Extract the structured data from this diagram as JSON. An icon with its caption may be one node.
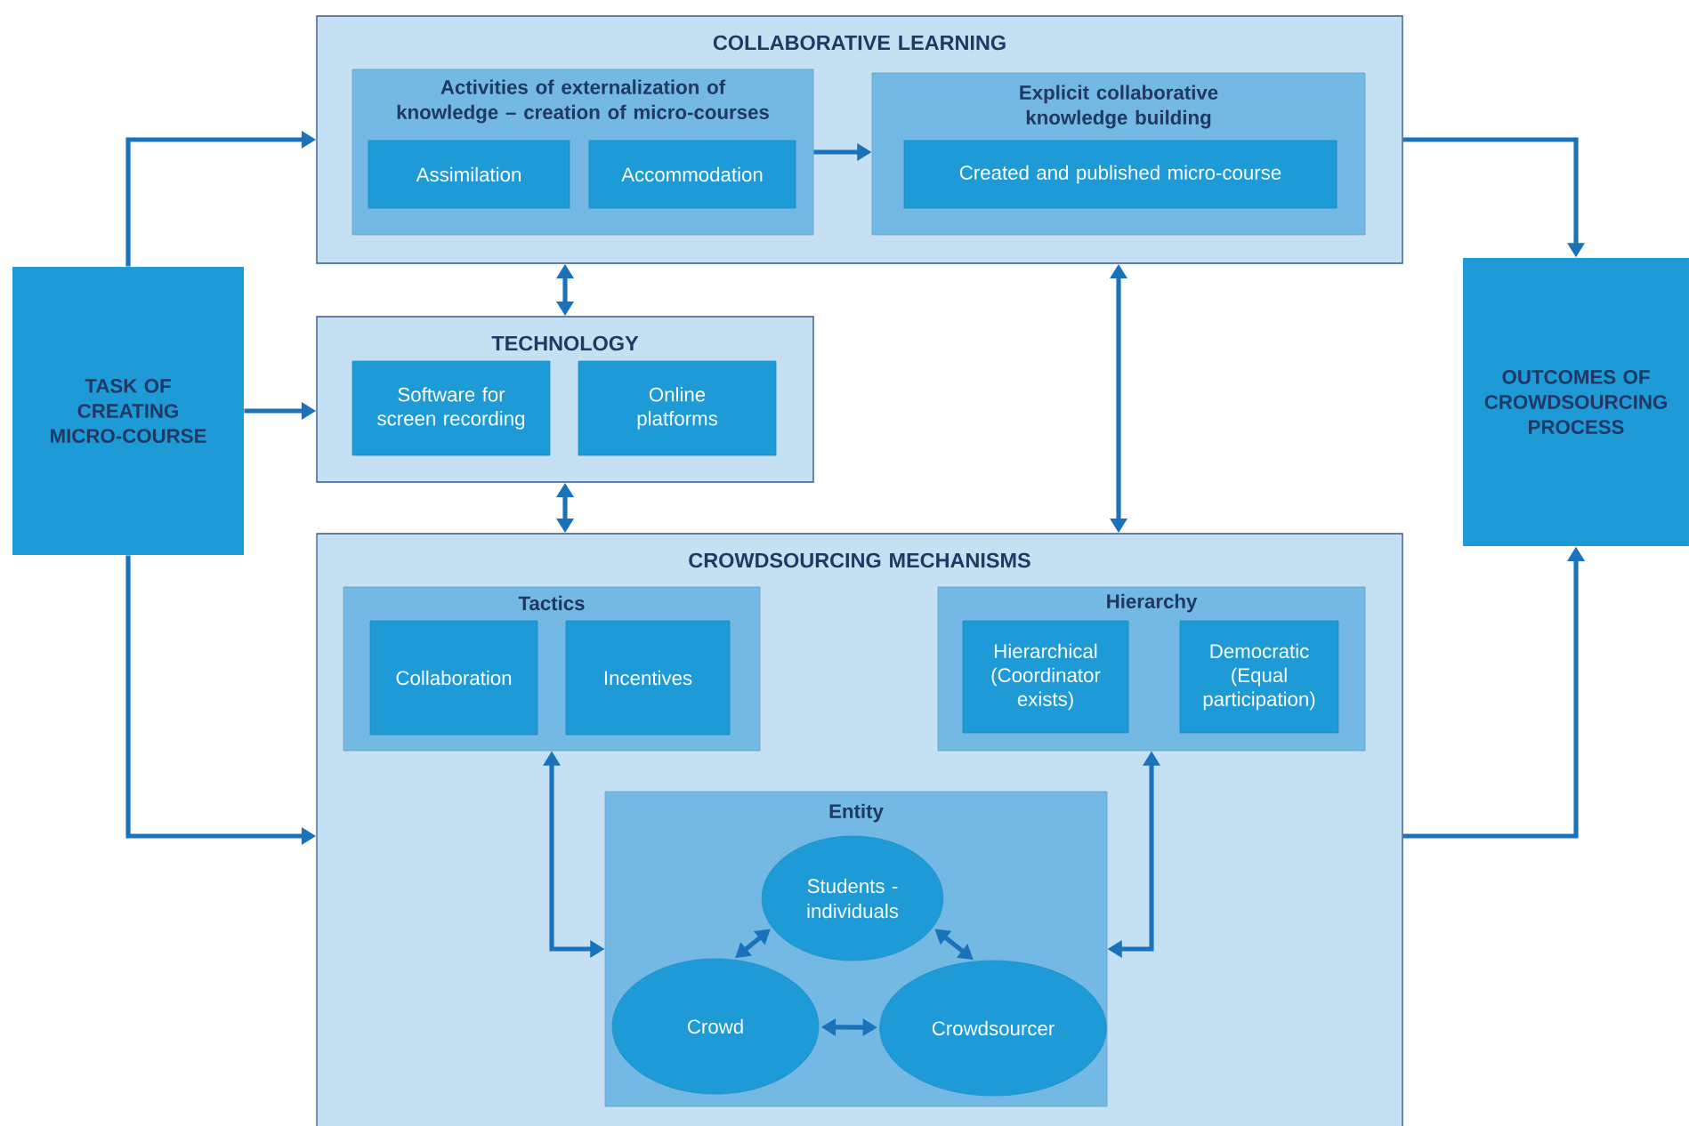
{
  "diagram": {
    "nodes": [
      {
        "text": [
          "TASK OF CREATING MICRO-COURSE"
        ]
      },
      {
        "text": [
          "COLLABORATIVE LEARNING"
        ]
      },
      {
        "text": [
          "Activities of externalization of knowledge – creation of micro-courses"
        ],
        "in": 1
      },
      {
        "text": [
          "Assimilation"
        ],
        "in": 2
      },
      {
        "text": [
          "Accommodation"
        ],
        "in": 2
      },
      {
        "text": [
          "Explicit collaborative knowledge building"
        ],
        "in": 1
      },
      {
        "text": [
          "Created and published micro-course"
        ],
        "in": 5
      },
      {
        "text": [
          "TECHNOLOGY"
        ]
      },
      {
        "text": [
          "Software for screen recording"
        ],
        "in": 7
      },
      {
        "text": [
          "Online platforms"
        ],
        "in": 7
      },
      {
        "text": [
          "CROWDSOURCING MECHANISMS"
        ]
      },
      {
        "text": [
          "Tactics"
        ],
        "in": 10
      },
      {
        "text": [
          "Collaboration"
        ],
        "in": 11
      },
      {
        "text": [
          "Incentives"
        ],
        "in": 11
      },
      {
        "text": [
          "Hierarchy"
        ],
        "in": 10
      },
      {
        "text": [
          "Hierarchical (Coordinator exists)"
        ],
        "in": 14
      },
      {
        "text": [
          "Democratic (Equal participation)"
        ],
        "in": 14
      },
      {
        "text": [
          "Entity"
        ],
        "in": 10
      },
      {
        "text": [
          "Students - individuals"
        ],
        "in": 17
      },
      {
        "text": [
          "Crowd"
        ],
        "in": 17
      },
      {
        "text": [
          "Crowdsourcer"
        ],
        "in": 17
      },
      {
        "text": [
          "OUTCOMES OF CROWDSOURCING PROCESS"
        ]
      }
    ],
    "edges": [
      {
        "from": 0,
        "to": 1,
        "arrow": "to"
      },
      {
        "from": 0,
        "to": 7,
        "arrow": "to"
      },
      {
        "from": 0,
        "to": 10,
        "arrow": "to"
      },
      {
        "from": 2,
        "to": 5,
        "arrow": "to"
      },
      {
        "from": 1,
        "to": 21,
        "arrow": "to"
      },
      {
        "from": 10,
        "to": 21,
        "arrow": "to"
      },
      {
        "from": 1,
        "to": 7,
        "arrow": "both"
      },
      {
        "from": 7,
        "to": 10,
        "arrow": "both"
      },
      {
        "from": 1,
        "to": 10,
        "arrow": "both"
      },
      {
        "from": 11,
        "to": 17,
        "arrow": "both"
      },
      {
        "from": 14,
        "to": 17,
        "arrow": "both"
      },
      {
        "from": 18,
        "to": 19,
        "arrow": "both"
      },
      {
        "from": 18,
        "to": 20,
        "arrow": "both"
      },
      {
        "from": 19,
        "to": 20,
        "arrow": "both"
      }
    ]
  }
}
